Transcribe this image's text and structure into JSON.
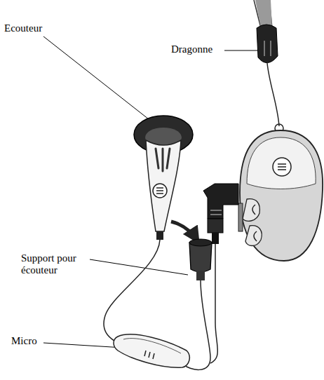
{
  "diagram": {
    "labels": [
      "Ecouteur",
      "Dragonne",
      "Support pour écouteur",
      "Micro"
    ]
  }
}
